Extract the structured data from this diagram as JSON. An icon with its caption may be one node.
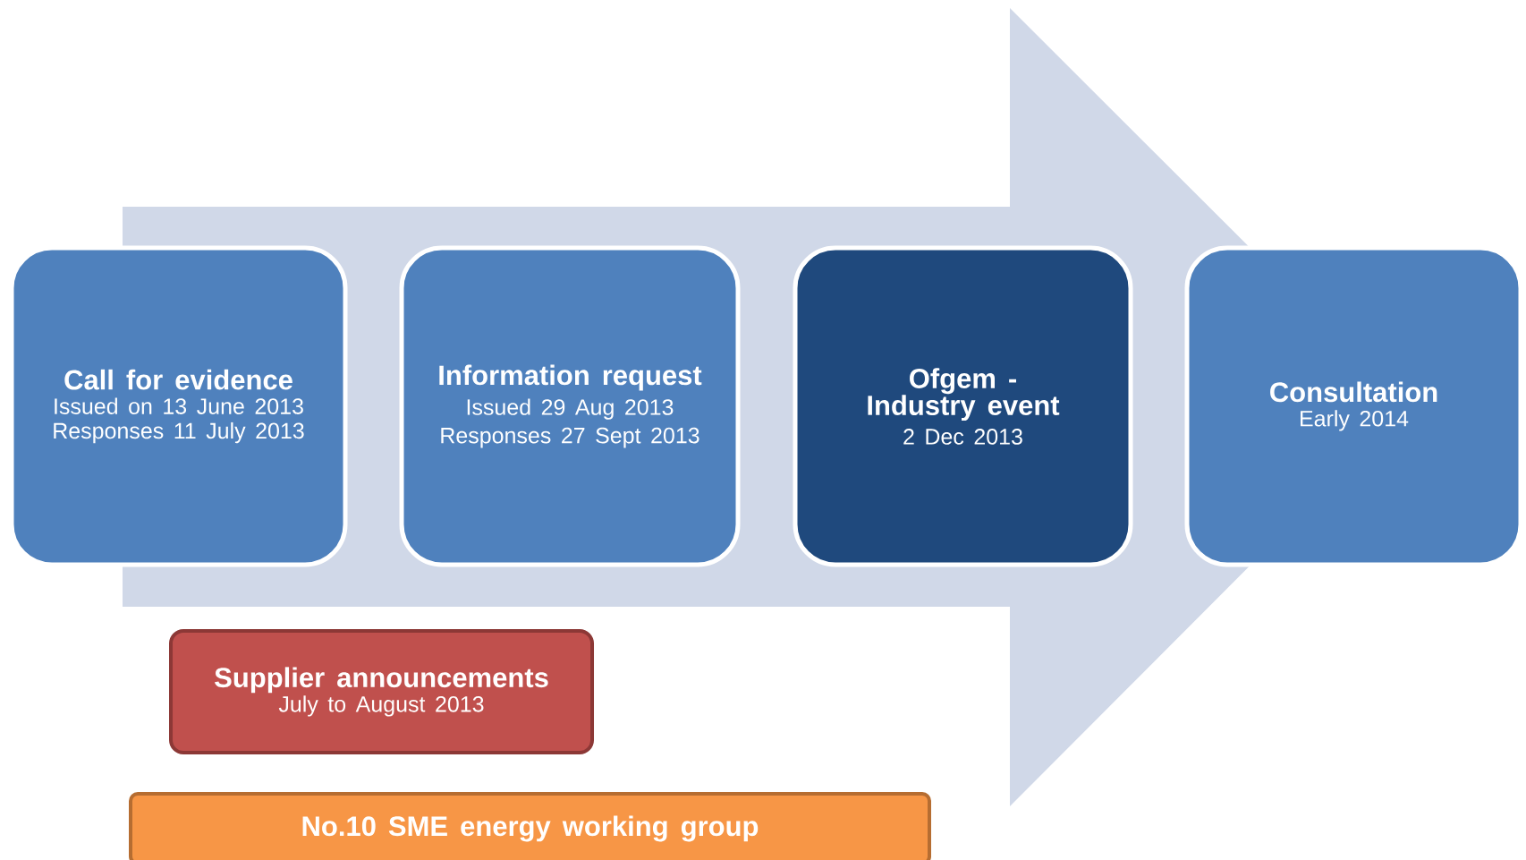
{
  "diagram": {
    "nodes": [
      {
        "text": [
          "Call for evidence",
          "Issued on 13 June 2013",
          "Responses 11 July 2013"
        ]
      },
      {
        "text": [
          "Information request",
          "Issued 29 Aug 2013",
          "Responses 27 Sept 2013"
        ]
      },
      {
        "text": [
          "Ofgem - Industry event",
          "2 Dec 2013"
        ]
      },
      {
        "text": [
          "Consultation",
          "Early 2014"
        ]
      },
      {
        "text": [
          "Supplier announcements",
          "July to August 2013"
        ]
      },
      {
        "text": [
          "No.10 SME energy working group"
        ]
      }
    ],
    "edges": [
      {
        "from": 0,
        "to": 3,
        "arrow": "to"
      }
    ]
  }
}
